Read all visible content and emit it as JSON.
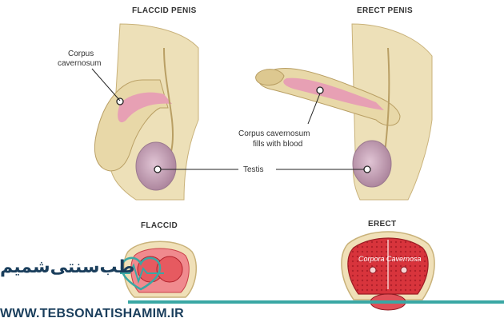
{
  "labels": {
    "flaccid_title": "FLACCID PENIS",
    "erect_title": "ERECT PENIS",
    "corpus_1": "Corpus",
    "corpus_2": "cavernosum",
    "fills_1": "Corpus cavernosum",
    "fills_2": "fills with blood",
    "testis": "Testis",
    "cs_flaccid": "FLACCID",
    "cs_erect": "ERECT",
    "corpora": "Corpora Cavernosa"
  },
  "brand": {
    "persian_name": "طب‌سنتی‌شمیم",
    "url": "WWW.TEBSONATISHAMIM.IR"
  },
  "colors": {
    "skin": "#e8d8a8",
    "skin_shade": "#d8c48a",
    "corpus": "#e7a0b4",
    "testis": "#c8a0b8",
    "tissue_red": "#d8343c",
    "teal": "#3aa7a4",
    "navy": "#1a3e5c"
  }
}
